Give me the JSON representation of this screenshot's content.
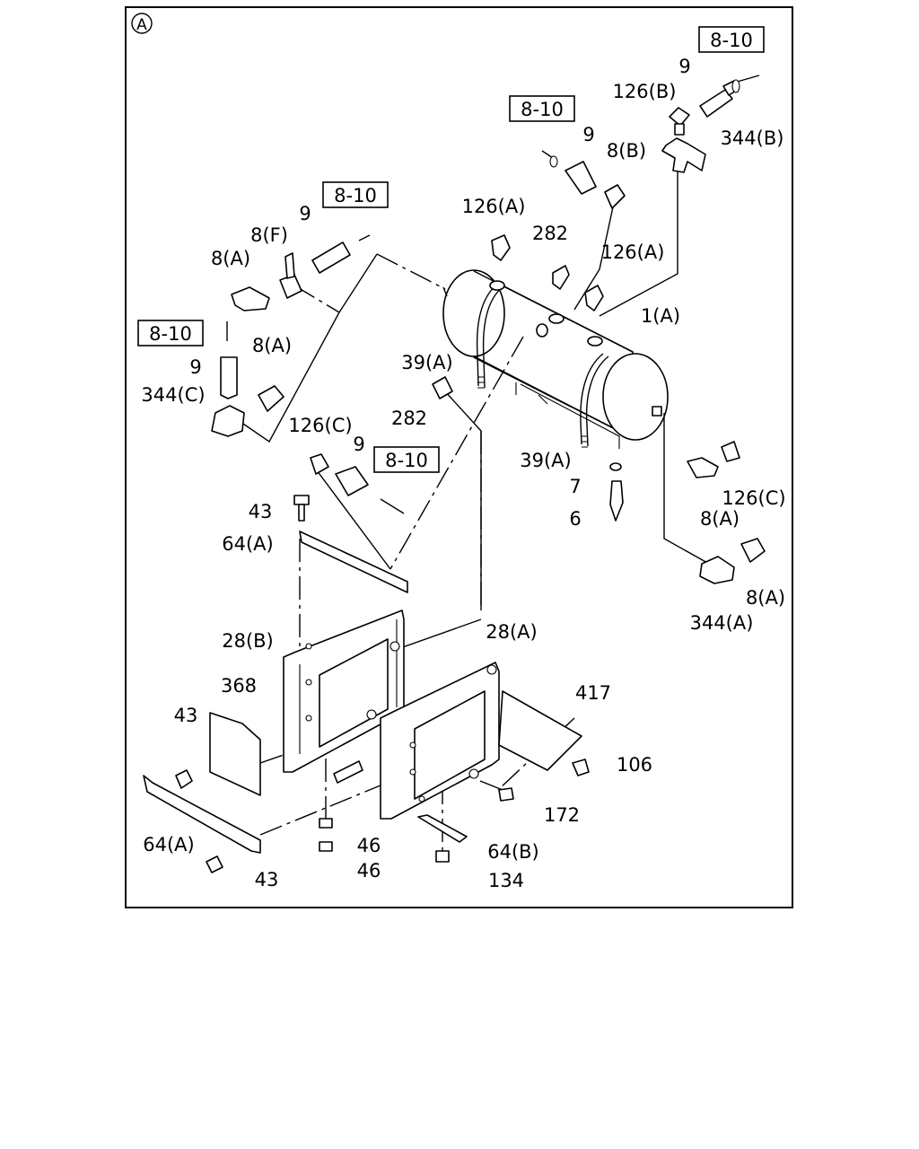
{
  "view_marker": "A",
  "callouts": [
    {
      "id": "c1",
      "text": "8-10",
      "boxed": true
    },
    {
      "id": "c2",
      "text": "9"
    },
    {
      "id": "c3",
      "text": "126(B)"
    },
    {
      "id": "c4",
      "text": "344(B)"
    },
    {
      "id": "c5",
      "text": "8-10",
      "boxed": true
    },
    {
      "id": "c6",
      "text": "9"
    },
    {
      "id": "c7",
      "text": "8(B)"
    },
    {
      "id": "c8",
      "text": "126(A)"
    },
    {
      "id": "c9",
      "text": "282"
    },
    {
      "id": "c10",
      "text": "126(A)"
    },
    {
      "id": "c11",
      "text": "1(A)"
    },
    {
      "id": "c12",
      "text": "8-10",
      "boxed": true
    },
    {
      "id": "c13",
      "text": "9"
    },
    {
      "id": "c14",
      "text": "8(F)"
    },
    {
      "id": "c15",
      "text": "8(A)"
    },
    {
      "id": "c16",
      "text": "8-10",
      "boxed": true
    },
    {
      "id": "c17",
      "text": "8(A)"
    },
    {
      "id": "c18",
      "text": "9"
    },
    {
      "id": "c19",
      "text": "344(C)"
    },
    {
      "id": "c20",
      "text": "39(A)"
    },
    {
      "id": "c21",
      "text": "282"
    },
    {
      "id": "c22",
      "text": "126(C)"
    },
    {
      "id": "c23",
      "text": "9"
    },
    {
      "id": "c24",
      "text": "8-10",
      "boxed": true
    },
    {
      "id": "c25",
      "text": "39(A)"
    },
    {
      "id": "c26",
      "text": "7"
    },
    {
      "id": "c27",
      "text": "6"
    },
    {
      "id": "c28",
      "text": "126(C)"
    },
    {
      "id": "c29",
      "text": "8(A)"
    },
    {
      "id": "c30",
      "text": "8(A)"
    },
    {
      "id": "c31",
      "text": "344(A)"
    },
    {
      "id": "c32",
      "text": "43"
    },
    {
      "id": "c33",
      "text": "64(A)"
    },
    {
      "id": "c34",
      "text": "28(B)"
    },
    {
      "id": "c35",
      "text": "28(A)"
    },
    {
      "id": "c36",
      "text": "368"
    },
    {
      "id": "c37",
      "text": "417"
    },
    {
      "id": "c38",
      "text": "43"
    },
    {
      "id": "c39",
      "text": "106"
    },
    {
      "id": "c40",
      "text": "172"
    },
    {
      "id": "c41",
      "text": "64(A)"
    },
    {
      "id": "c42",
      "text": "46"
    },
    {
      "id": "c43",
      "text": "46"
    },
    {
      "id": "c44",
      "text": "64(B)"
    },
    {
      "id": "c45",
      "text": "43"
    },
    {
      "id": "c46",
      "text": "134"
    }
  ]
}
